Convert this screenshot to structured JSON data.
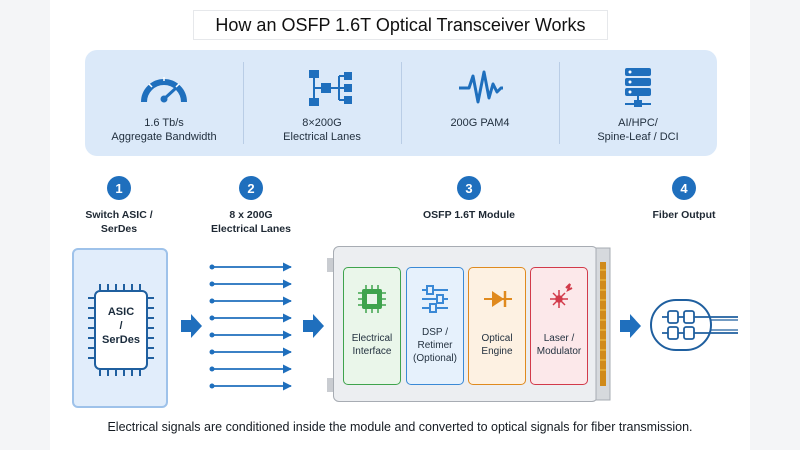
{
  "title": "How an OSFP 1.6T Optical Transceiver Works",
  "features": [
    {
      "icon": "speedometer-icon",
      "label": "1.6 Tb/s\nAggregate Bandwidth"
    },
    {
      "icon": "lane-split-icon",
      "label": "8×200G\nElectrical Lanes"
    },
    {
      "icon": "pam4-signal-icon",
      "label": "200G PAM4"
    },
    {
      "icon": "server-rack-icon",
      "label": "AI/HPC/\nSpine-Leaf / DCI"
    }
  ],
  "steps": [
    {
      "number": "1",
      "label": "Switch ASIC /\nSerDes"
    },
    {
      "number": "2",
      "label": "8 x 200G\nElectrical Lanes"
    },
    {
      "number": "3",
      "label": "OSFP 1.6T Module"
    },
    {
      "number": "4",
      "label": "Fiber Output"
    }
  ],
  "asic": {
    "label": "ASIC\n/\nSerDes"
  },
  "module_blocks": [
    {
      "icon": "chip-icon",
      "label": "Electrical\nInterface",
      "color": "#3fa34d"
    },
    {
      "icon": "sliders-icon",
      "label": "DSP /\nRetimer\n(Optional)",
      "color": "#1f6fbd"
    },
    {
      "icon": "diode-icon",
      "label": "Optical\nEngine",
      "color": "#e08a1e"
    },
    {
      "icon": "laser-icon",
      "label": "Laser /\nModulator",
      "color": "#d23a4a"
    }
  ],
  "caption": "Electrical signals are conditioned inside the module and converted to optical signals for fiber transmission.",
  "colors": {
    "accent": "#1f6fbd",
    "panel": "#dbe9f9"
  }
}
